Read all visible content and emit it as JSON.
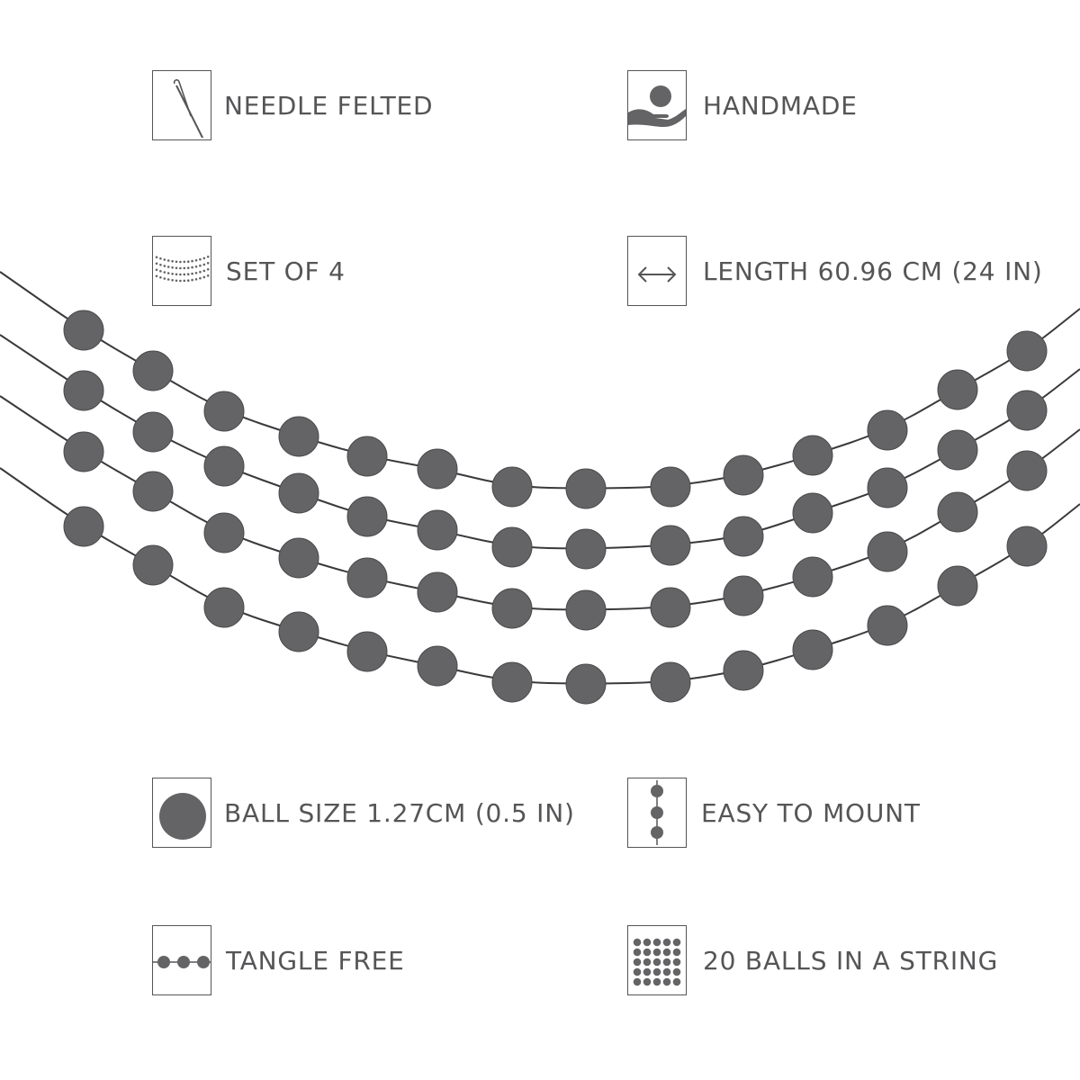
{
  "features": {
    "needle_felted": {
      "label": "NEEDLE FELTED",
      "icon": "needle-icon"
    },
    "handmade": {
      "label": "HANDMADE",
      "icon": "hand-ball-icon"
    },
    "set_of_4": {
      "label": "SET OF 4",
      "icon": "dotted-strings-icon"
    },
    "length": {
      "label": "LENGTH 60.96 CM (24 IN)",
      "icon": "double-arrow-icon"
    },
    "ball_size": {
      "label": "BALL SIZE 1.27CM (0.5 IN)",
      "icon": "ball-icon"
    },
    "easy_to_mount": {
      "label": "EASY TO MOUNT",
      "icon": "hanging-balls-icon"
    },
    "tangle_free": {
      "label": "TANGLE FREE",
      "icon": "string-balls-icon"
    },
    "balls_in_string": {
      "label": "20 BALLS IN A STRING",
      "icon": "ball-grid-icon"
    }
  },
  "colors": {
    "ball": "#646466",
    "string": "#3a3a3c",
    "text": "#555557",
    "background": "#ffffff"
  },
  "garland": {
    "strings": 4,
    "balls_per_string_visible": 14
  }
}
